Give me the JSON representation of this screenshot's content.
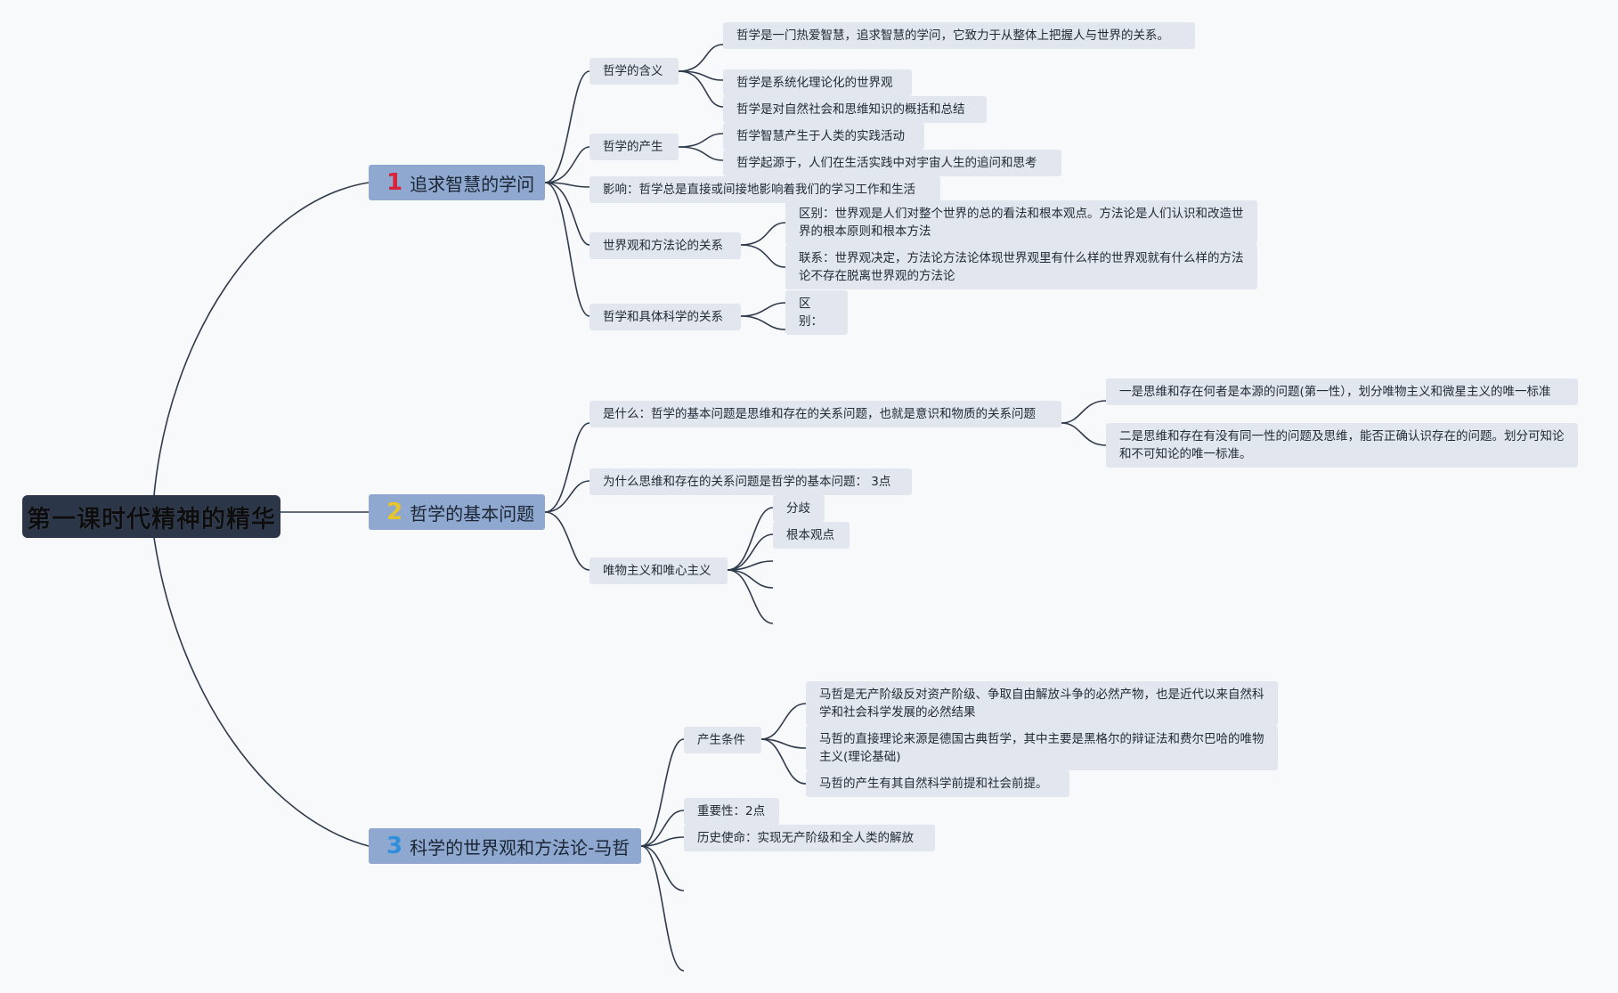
{
  "root": {
    "title": "第一课时代精神的精华"
  },
  "branches": [
    {
      "num": "1",
      "num_color": "#d9233a",
      "label": "追求智慧的学问",
      "children": [
        {
          "label": "哲学的含义",
          "children": [
            "哲学是一门热爱智慧，追求智慧的学问，它致力于从整体上把握人与世界的关系。",
            "哲学是系统化理论化的世界观",
            "哲学是对自然社会和思维知识的概括和总结"
          ]
        },
        {
          "label": "哲学的产生",
          "children": [
            "哲学智慧产生于人类的实践活动",
            "哲学起源于，人们在生活实践中对宇宙人生的追问和思考"
          ]
        },
        {
          "label": "影响：哲学总是直接或间接地影响着我们的学习工作和生活"
        },
        {
          "label": "世界观和方法论的关系",
          "children": [
            "区别：世界观是人们对整个世界的总的看法和根本观点。方法论是人们认识和改造世界的根本原则和根本方法",
            "联系：世界观决定，方法论方法论体现世界观里有什么样的世界观就有什么样的方法论不存在脱离世界观的方法论"
          ]
        },
        {
          "label": "哲学和具体科学的关系",
          "children": [
            "区别："
          ]
        }
      ]
    },
    {
      "num": "2",
      "num_color": "#e8c52b",
      "label": "哲学的基本问题",
      "children": [
        {
          "label": "是什么：哲学的基本问题是思维和存在的关系问题，也就是意识和物质的关系问题",
          "children": [
            "一是思维和存在何者是本源的问题(第一性），划分唯物主义和微星主义的唯一标准",
            "二是思维和存在有没有同一性的问题及思维，能否正确认识存在的问题。划分可知论和不可知论的唯一标准。"
          ]
        },
        {
          "label": "为什么思维和存在的关系问题是哲学的基本问题： 3点"
        },
        {
          "label": "唯物主义和唯心主义",
          "children": [
            "分歧",
            "根本观点"
          ]
        }
      ]
    },
    {
      "num": "3",
      "num_color": "#2f8fdc",
      "label": "科学的世界观和方法论-马哲",
      "children": [
        {
          "label": "产生条件",
          "children": [
            "马哲是无产阶级反对资产阶级、争取自由解放斗争的必然产物，也是近代以来自然科学和社会科学发展的必然结果",
            "马哲的直接理论来源是德国古典哲学，其中主要是黑格尔的辩证法和费尔巴哈的唯物主义(理论基础)",
            "马哲的产生有其自然科学前提和社会前提。"
          ]
        },
        {
          "label": "重要性：2点"
        },
        {
          "label": "历史使命：实现无产阶级和全人类的解放"
        }
      ]
    }
  ]
}
